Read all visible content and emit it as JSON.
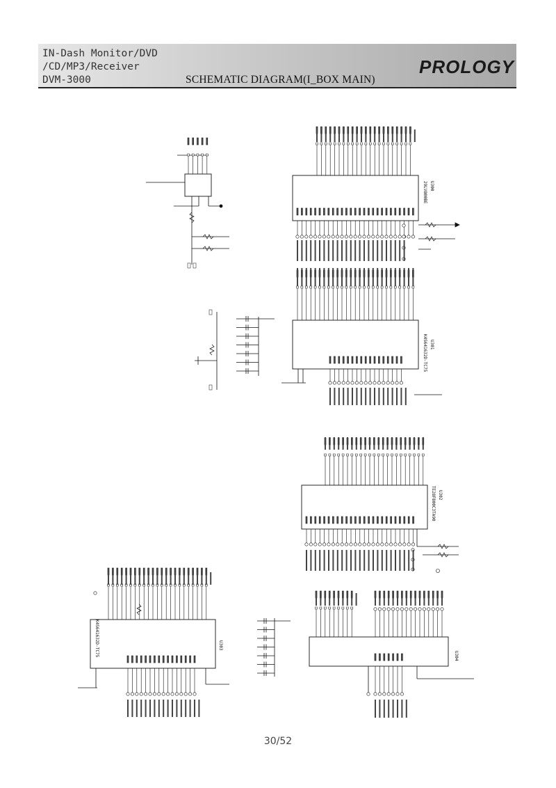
{
  "header": {
    "model_line1": "IN-Dash Monitor/DVD",
    "model_line2": "/CD/MP3/Receiver",
    "model_line3": "DVM-3000",
    "title": "SCHEMATIC DIAGRAM(I_BOX MAIN)",
    "logo": "PROLOGY"
  },
  "schematic": {
    "chips": [
      {
        "ref": "U300",
        "part": "29LV800BE"
      },
      {
        "ref": "U301",
        "part": "K4S641632D-TC75"
      },
      {
        "ref": "U302",
        "part": "TE28F800C3TA90"
      },
      {
        "ref": "U303",
        "part": "K4S641632D-TC75"
      },
      {
        "ref": "U304",
        "part": ""
      }
    ]
  },
  "footer": {
    "page": "30/52"
  }
}
